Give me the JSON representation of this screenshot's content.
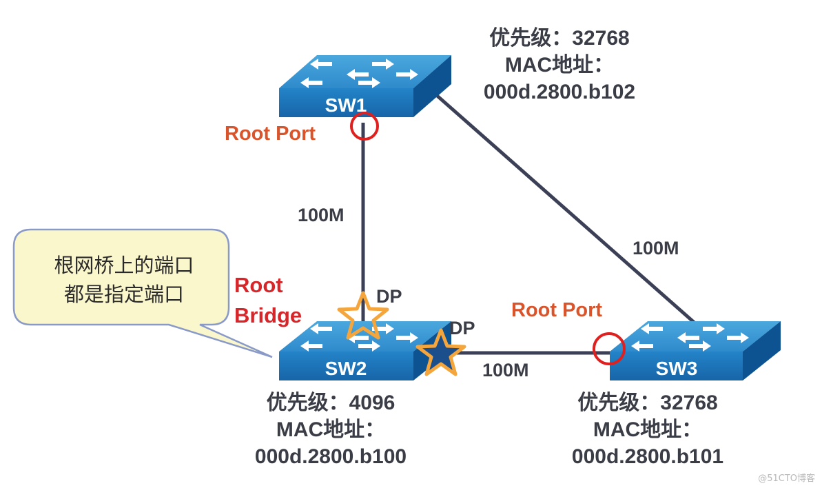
{
  "switches": {
    "sw1": {
      "name": "SW1",
      "priority_line": "优先级：32768",
      "mac_label": "MAC地址：",
      "mac": "000d.2800.b102"
    },
    "sw2": {
      "name": "SW2",
      "priority_line": "优先级：4096",
      "mac_label": "MAC地址：",
      "mac": "000d.2800.b100"
    },
    "sw3": {
      "name": "SW3",
      "priority_line": "优先级：32768",
      "mac_label": "MAC地址：",
      "mac": "000d.2800.b101"
    }
  },
  "links": {
    "sw1_sw2": "100M",
    "sw1_sw3": "100M",
    "sw2_sw3": "100M"
  },
  "ports": {
    "sw1_root_port": "Root Port",
    "sw3_root_port": "Root Port",
    "sw2_dp_top": "DP",
    "sw2_dp_right": "DP"
  },
  "root_bridge": {
    "line1": "Root",
    "line2": "Bridge"
  },
  "callout": {
    "line1": "根网桥上的端口",
    "line2": "都是指定端口"
  },
  "watermark": "@51CTO博客",
  "colors": {
    "switch_top": "#3d9bd4",
    "switch_front": "#1b73b8",
    "switch_side": "#0d5392",
    "link": "#3b4056",
    "root_port_circle": "#e0201f",
    "dp_star": "#f4a53b",
    "callout_fill": "#fbf7cc",
    "callout_border": "#8a9ac8"
  }
}
